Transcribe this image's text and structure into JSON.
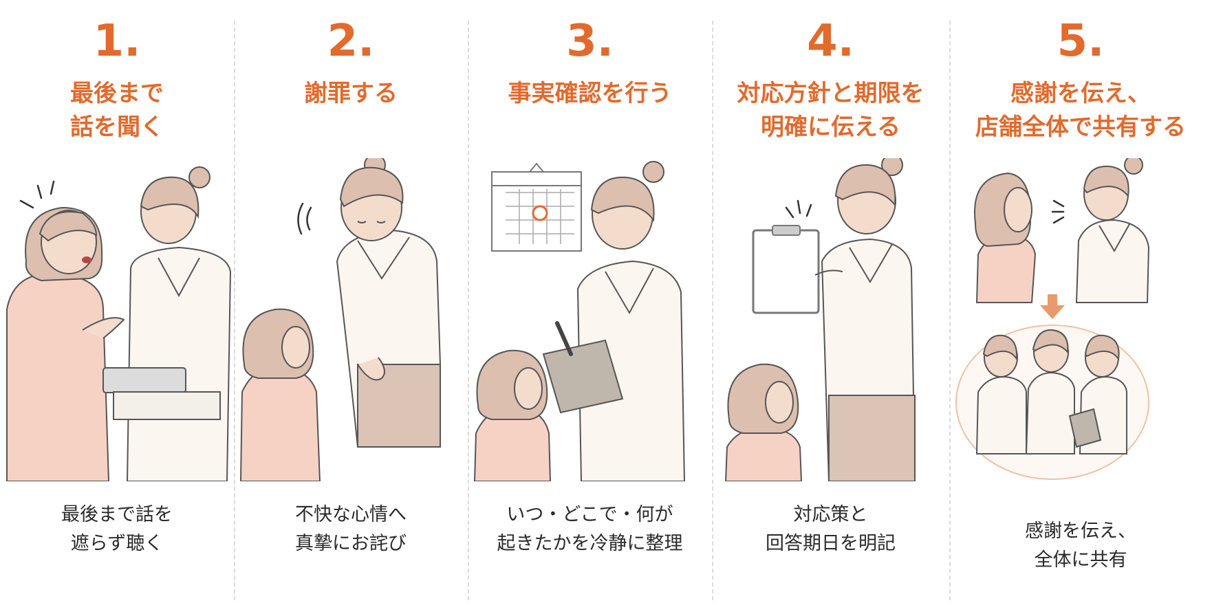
{
  "accent_color": "#e26a2c",
  "steps": [
    {
      "number": "1.",
      "title_lines": [
        "最後まで",
        "話を聞く"
      ],
      "caption_lines": [
        "最後まで話を",
        "遮らず聴く"
      ],
      "illustration": "customer-talking-staff-listening"
    },
    {
      "number": "2.",
      "title_lines": [
        "謝罪する"
      ],
      "caption_lines": [
        "不快な心情へ",
        "真摯にお詫び"
      ],
      "illustration": "staff-bowing-apology"
    },
    {
      "number": "3.",
      "title_lines": [
        "事実確認を行う"
      ],
      "caption_lines": [
        "いつ・どこで・何が",
        "起きたかを冷静に整理"
      ],
      "illustration": "calendar-and-clipboard-notes"
    },
    {
      "number": "4.",
      "title_lines": [
        "対応方針と期限を",
        "明確に伝える"
      ],
      "caption_lines": [
        "対応策と",
        "回答期日を明記"
      ],
      "illustration": "staff-presenting-clipboard"
    },
    {
      "number": "5.",
      "title_lines": [
        "感謝を伝え、",
        "店舗全体で共有する"
      ],
      "caption_lines": [
        "感謝を伝え、",
        "全体に共有"
      ],
      "illustration": "thank-and-share-with-team"
    }
  ]
}
